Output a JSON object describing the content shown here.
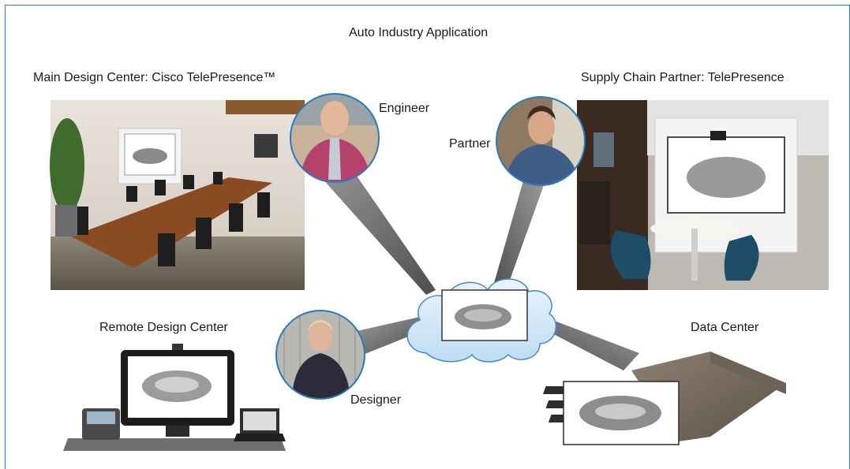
{
  "title": "Auto Industry Application",
  "sites": {
    "main": "Main Design Center: Cisco TelePresence™",
    "supply": "Supply Chain Partner: TelePresence",
    "remote": "Remote Design Center",
    "datacenter": "Data Center"
  },
  "people": {
    "engineer": "Engineer",
    "partner": "Partner",
    "designer": "Designer"
  },
  "colors": {
    "frame": "#2b7bb9",
    "cloud": "#d6e9f8",
    "cloud_edge": "#3f8bc8",
    "beam": "#6e6e6e"
  }
}
